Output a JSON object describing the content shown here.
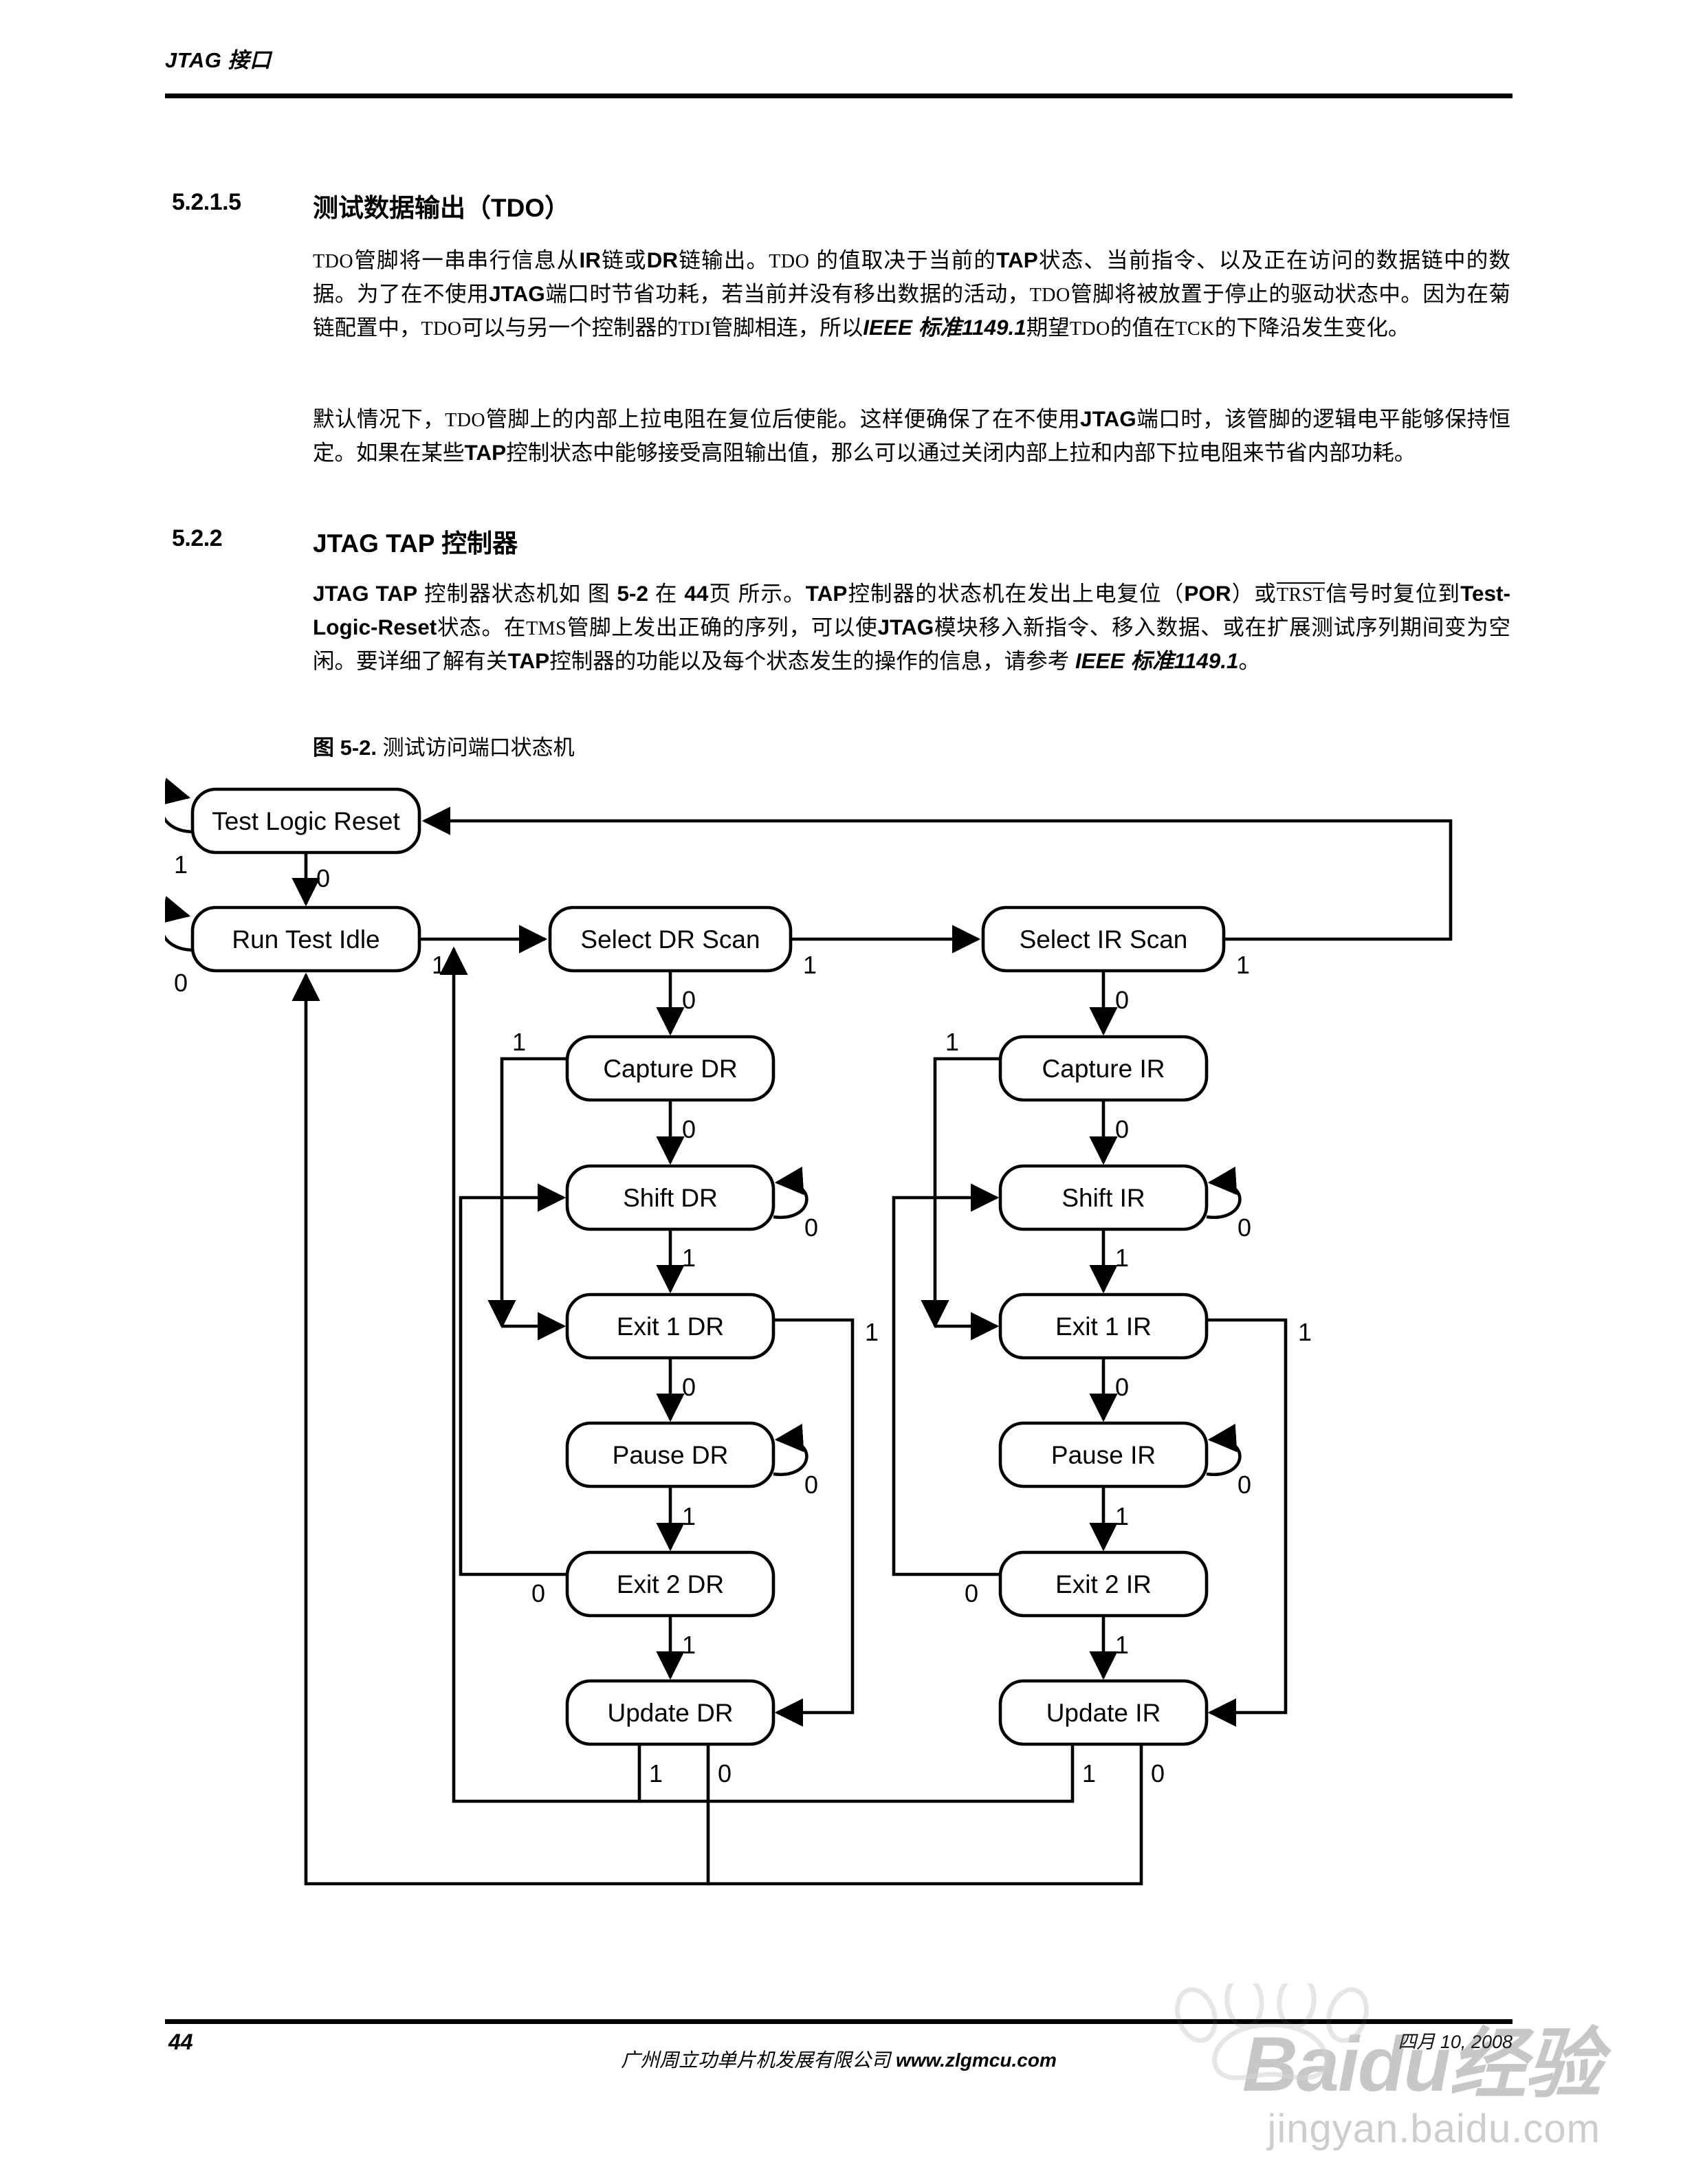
{
  "header": {
    "title": "JTAG 接口"
  },
  "sections": [
    {
      "number": "5.2.1.5",
      "title_plain": "测试数据输出（TDO）",
      "title_parts": [
        "测试数据输出（",
        "TDO",
        "）"
      ]
    },
    {
      "number": "5.2.2",
      "title_plain": "JTAG TAP 控制器"
    }
  ],
  "paragraphs": {
    "p1": "TDO管脚将一串串行信息从IR链或DR链输出。TDO 的值取决于当前的TAP状态、当前指令、以及正在访问的数据链中的数据。为了在不使用JTAG端口时节省功耗，若当前并没有移出数据的活动，TDO管脚将被放置于停止的驱动状态中。因为在菊链配置中，TDO可以与另一个控制器的TDI管脚相连，所以IEEE 标准1149.1期望TDO的值在TCK的下降沿发生变化。",
    "p2": "默认情况下，TDO管脚上的内部上拉电阻在复位后使能。这样便确保了在不使用JTAG端口时，该管脚的逻辑电平能够保持恒定。如果在某些TAP控制状态中能够接受高阻输出值，那么可以通过关闭内部上拉和内部下拉电阻来节省内部功耗。",
    "p3": "JTAG TAP 控制器状态机如 图 5-2 在 44页 所示。TAP控制器的状态机在发出上电复位（POR）或TRST信号时复位到Test-Logic-Reset状态。在TMS管脚上发出正确的序列，可以使JTAG模块移入新指令、移入数据、或在扩展测试序列期间变为空闲。要详细了解有关TAP控制器的功能以及每个状态发生的操作的信息，请参考 IEEE 标准1149.1。"
  },
  "figure": {
    "caption_label": "图 5-2.",
    "caption_text": "测试访问端口状态机",
    "states": {
      "test_logic_reset": "Test Logic Reset",
      "run_test_idle": "Run Test Idle",
      "select_dr_scan": "Select DR Scan",
      "select_ir_scan": "Select IR Scan",
      "capture_dr": "Capture DR",
      "capture_ir": "Capture IR",
      "shift_dr": "Shift DR",
      "shift_ir": "Shift IR",
      "exit1_dr": "Exit 1 DR",
      "exit1_ir": "Exit 1 IR",
      "pause_dr": "Pause DR",
      "pause_ir": "Pause IR",
      "exit2_dr": "Exit 2 DR",
      "exit2_ir": "Exit 2 IR",
      "update_dr": "Update DR",
      "update_ir": "Update IR"
    },
    "edge_labels": {
      "tlr_self": "1",
      "tlr_to_rti": "0",
      "rti_self": "0",
      "rti_to_seldr": "1",
      "seldr_to_selir": "1",
      "seldr_to_capdr": "0",
      "selir_to_tlr": "1",
      "selir_to_capir": "0",
      "capdr_to_exit1dr": "1",
      "capdr_to_shiftdr": "0",
      "shiftdr_self": "0",
      "shiftdr_to_exit1dr": "1",
      "exit1dr_to_updatedr": "1",
      "exit1dr_to_pausedr": "0",
      "pausedr_self": "0",
      "pausedr_to_exit2dr": "1",
      "exit2dr_to_shiftdr": "0",
      "exit2dr_to_updatedr": "1",
      "updatedr_to_seldr": "1",
      "updatedr_to_rti": "0",
      "capir_to_exit1ir": "1",
      "capir_to_shiftir": "0",
      "shiftir_self": "0",
      "shiftir_to_exit1ir": "1",
      "exit1ir_to_updateir": "1",
      "exit1ir_to_pauseir": "0",
      "pauseir_self": "0",
      "pauseir_to_exit2ir": "1",
      "exit2ir_to_shiftir": "0",
      "exit2ir_to_updateir": "1",
      "updateir_to_seldr": "1",
      "updateir_to_rti": "0"
    }
  },
  "footer": {
    "page_number": "44",
    "company": "广州周立功单片机发展有限公司",
    "website": "www.zlgmcu.com",
    "date": "四月 10, 2008"
  },
  "watermark": {
    "main": "Baidu经验",
    "sub": "jingyan.baidu.com"
  }
}
